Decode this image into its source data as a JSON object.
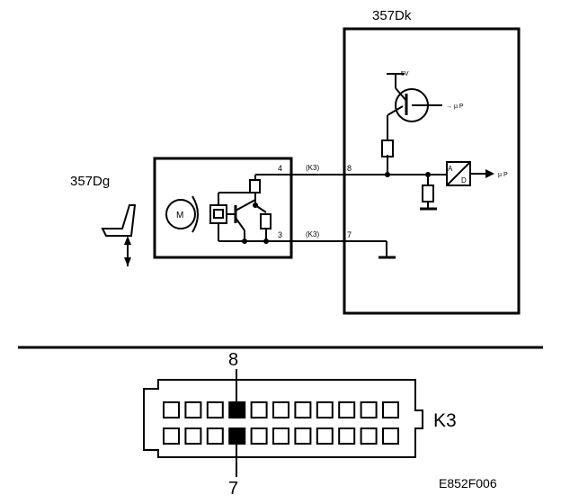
{
  "diagram": {
    "control_unit_label": "357Dk",
    "sensor_label": "357Dg",
    "wire_labels": {
      "pin4": "4",
      "pin3": "3",
      "k3_upper": "(K3)",
      "k3_lower": "(K3)",
      "pin8": "8",
      "pin7": "7"
    },
    "motor_label": "M",
    "supply_label": "5V",
    "ad_a": "A",
    "ad_d": "D",
    "up_label_top": "→ µ P",
    "up_label_right": "µ P"
  },
  "connector": {
    "name": "K3",
    "pin_top_label": "8",
    "pin_bottom_label": "7",
    "row_count": 2,
    "pins_per_row": 11,
    "highlighted_column": 4
  },
  "figure_code": "E852F006"
}
